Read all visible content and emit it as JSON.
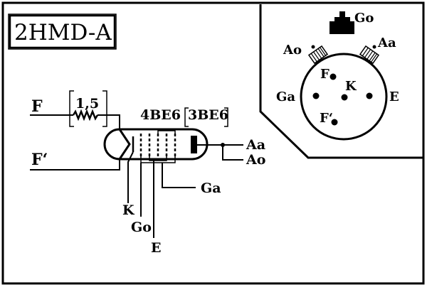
{
  "title": "2HMD-A",
  "tube": {
    "type": "4BE6",
    "alt_type": "3BE6"
  },
  "resistor": {
    "value": "1,5"
  },
  "schematic_labels": {
    "f": "F",
    "f_prime": "F‘",
    "aa": "Aa",
    "ao": "Ao",
    "ga": "Ga",
    "k": "K",
    "go": "Go",
    "e": "E"
  },
  "base_view": {
    "go": "Go",
    "ao": "Ao",
    "aa": "Aa",
    "f": "F",
    "k": "K",
    "ga": "Ga",
    "e": "E",
    "f_prime": "F‘"
  }
}
